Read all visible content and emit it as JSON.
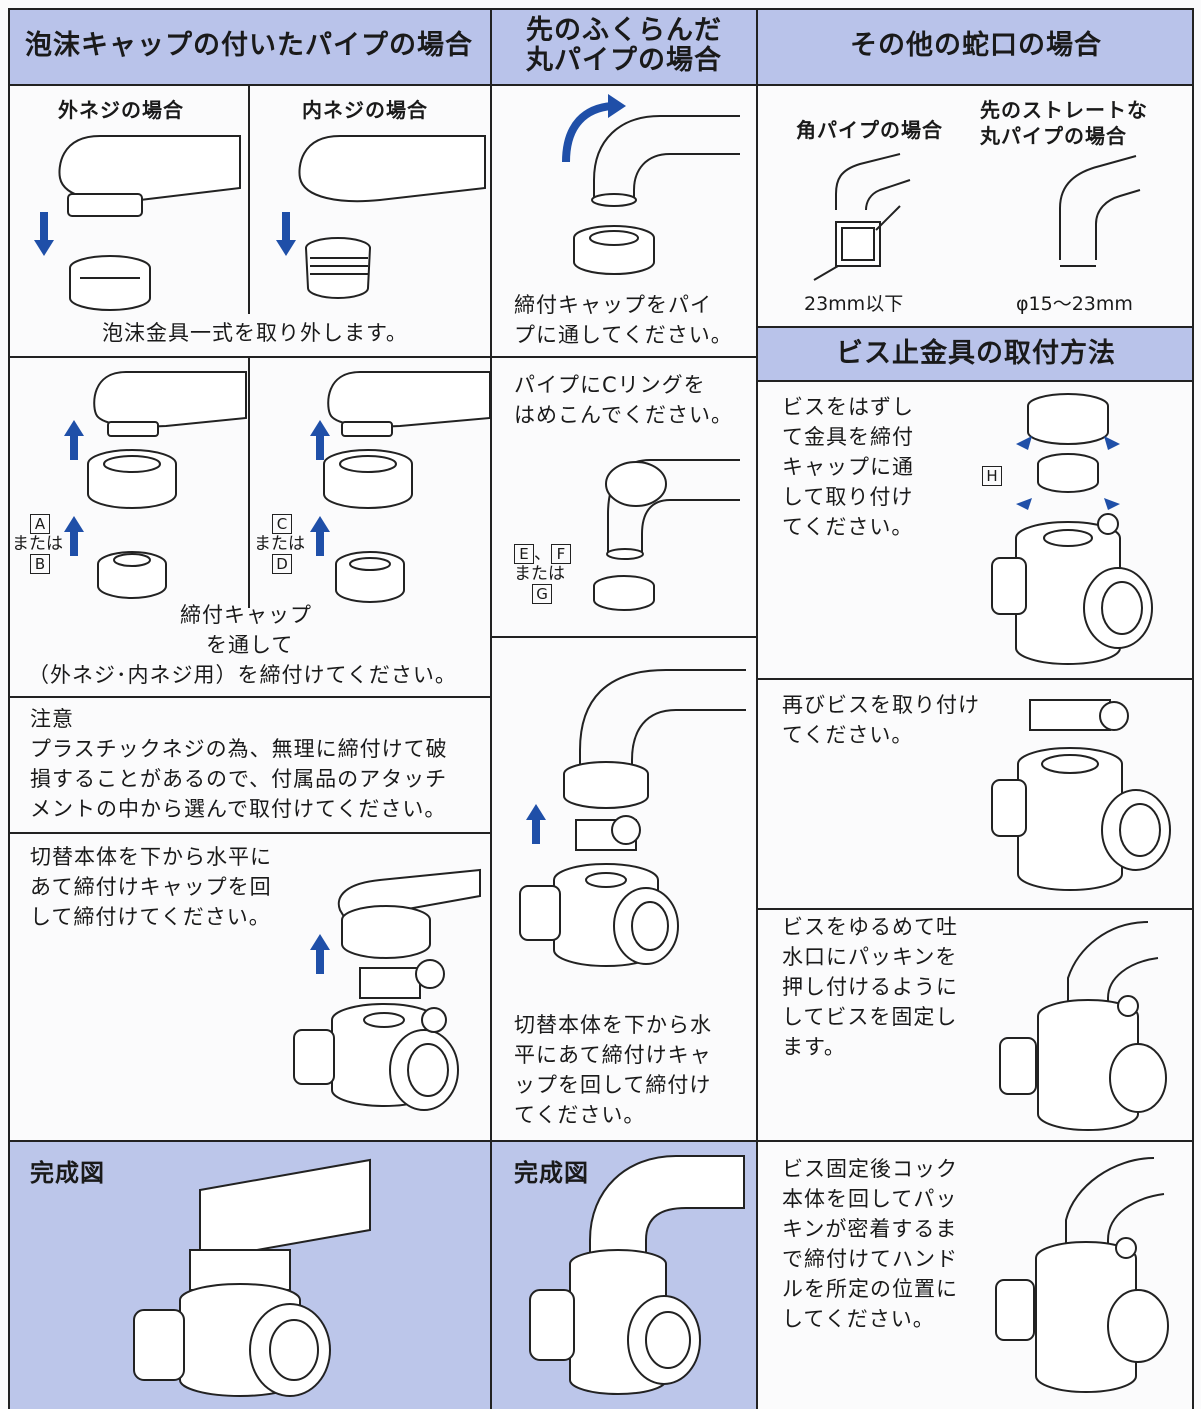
{
  "headers": {
    "col1": "泡沫キャップの付いたパイプの場合",
    "col2_line1": "先のふくらんだ",
    "col2_line2": "丸パイプの場合",
    "col3": "その他の蛇口の場合",
    "screw": "ビス止金具の取付方法"
  },
  "col1": {
    "outer_label": "外ネジの場合",
    "inner_label": "内ネジの場合",
    "remove_text": "泡沫金具一式を取り外します。",
    "letters": {
      "a": "A",
      "b": "B",
      "c": "C",
      "d": "D",
      "or": "または"
    },
    "cap_line1": "締付キャップ",
    "cap_line2": "を通して",
    "cap_line3": "（外ネジ･内ネジ用）を締付けてください。",
    "note_title": "注意",
    "note_body_1": "プラスチックネジの為、無理に締付けて破",
    "note_body_2": "損することがあるので、付属品のアタッチ",
    "note_body_3": "メントの中から選んで取付けてください。",
    "switch_1": "切替本体を下から水平に",
    "switch_2": "あて締付けキャップを回",
    "switch_3": "して締付けてください。",
    "done": "完成図"
  },
  "col2": {
    "pass_1": "締付キャップをパイ",
    "pass_2": "プに通してください。",
    "cring_1": "パイプにCリングを",
    "cring_2": "はめこんでください。",
    "letters": {
      "e": "E",
      "sep": "、",
      "f": "F",
      "or": "または",
      "g": "G"
    },
    "switch_1": "切替本体を下から水",
    "switch_2": "平にあて締付けキャ",
    "switch_3": "ップを回して締付け",
    "switch_4": "てください。",
    "done": "完成図"
  },
  "col3": {
    "square_label": "角パイプの場合",
    "straight_1": "先のストレートな",
    "straight_2": "丸パイプの場合",
    "square_dim": "23mm以下",
    "round_dim": "φ15～23mm",
    "step1_1": "ビスをはずし",
    "step1_2": "て金具を締付",
    "step1_3": "キャップに通",
    "step1_4": "して取り付け",
    "step1_5": "てください。",
    "letter_h": "H",
    "step2_1": "再びビスを取り付け",
    "step2_2": "てください。",
    "step3_1": "ビスをゆるめて吐",
    "step3_2": "水口にパッキンを",
    "step3_3": "押し付けるように",
    "step3_4": "してビスを固定し",
    "step3_5": "ます。",
    "step4_1": "ビス固定後コック",
    "step4_2": "本体を回してパッ",
    "step4_3": "キンが密着するま",
    "step4_4": "で締付けてハンド",
    "step4_5": "ルを所定の位置に",
    "step4_6": "してください。"
  },
  "colors": {
    "header_bg": "#b9c3ea",
    "arrow": "#1f4fa8",
    "line": "#222222"
  },
  "icons": [
    "faucet-pipe",
    "aerator-cap",
    "nut",
    "c-ring",
    "switch-body",
    "up-arrow",
    "down-arrow",
    "curved-arrow"
  ]
}
